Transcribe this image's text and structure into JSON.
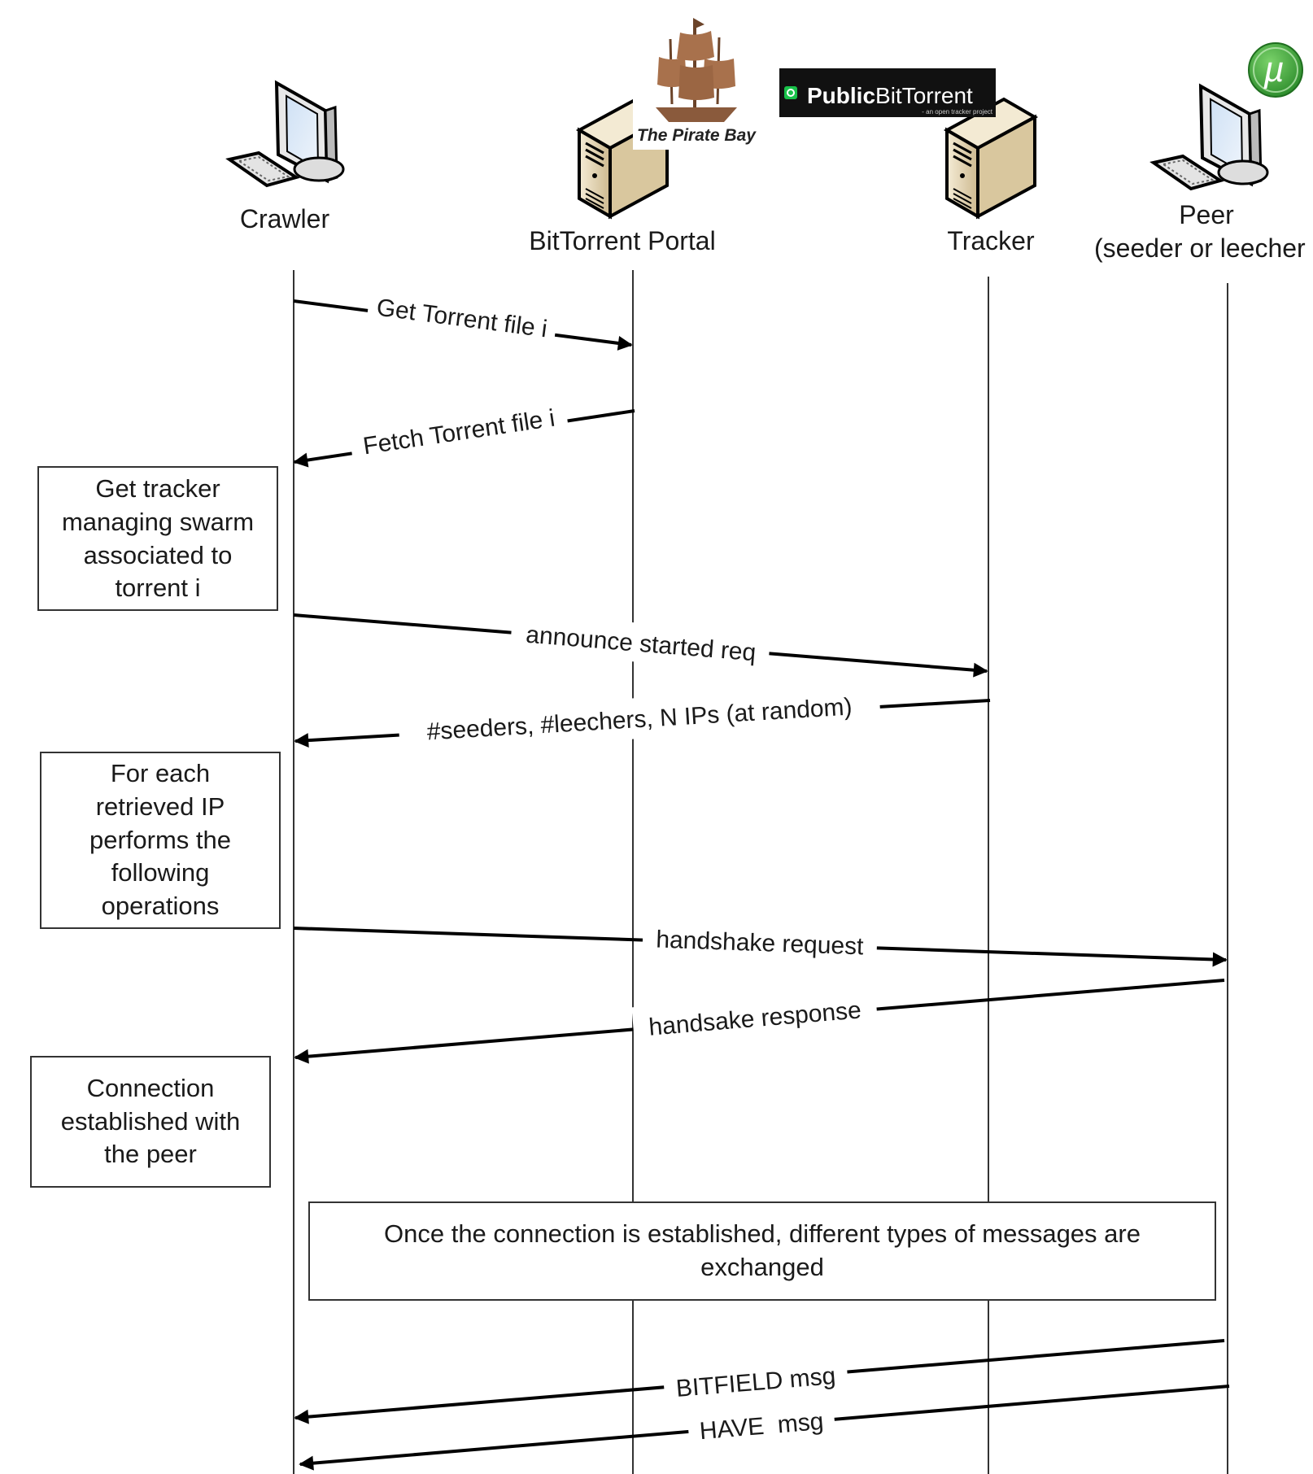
{
  "participants": [
    {
      "id": "crawler",
      "label": [
        "Crawler"
      ],
      "icon": "computer-icon"
    },
    {
      "id": "portal",
      "label": [
        "BitTorrent Portal"
      ],
      "icon": "server-icon",
      "logo": "pirate-bay-logo",
      "logo_text": "The Pirate Bay"
    },
    {
      "id": "tracker",
      "label": [
        "Tracker"
      ],
      "icon": "server-icon",
      "logo": "public-bittorrent-logo",
      "logo_text": {
        "bold": "Public",
        "normal": "BitTorrent",
        "tagline": "- an open tracker project"
      }
    },
    {
      "id": "peer",
      "label": [
        "Peer",
        "(seeder or leecher"
      ],
      "icon": "computer-icon",
      "logo": "utorrent-logo",
      "logo_glyph": "µ",
      "logo_color": "#3aa33a"
    }
  ],
  "messages": [
    {
      "id": "get-torrent",
      "label": "Get Torrent file i",
      "from": "crawler",
      "to": "portal"
    },
    {
      "id": "fetch-torrent",
      "label": "Fetch Torrent file i",
      "from": "portal",
      "to": "crawler"
    },
    {
      "id": "announce",
      "label": "announce started req",
      "from": "crawler",
      "to": "tracker"
    },
    {
      "id": "tracker-response",
      "label": "#seeders, #leechers, N IPs (at random)",
      "from": "tracker",
      "to": "crawler"
    },
    {
      "id": "handshake-request",
      "label": "handshake request",
      "from": "crawler",
      "to": "peer"
    },
    {
      "id": "handshake-response",
      "label": "handsake response",
      "from": "peer",
      "to": "crawler"
    },
    {
      "id": "bitfield",
      "label": "BITFIELD msg",
      "from": "peer",
      "to": "crawler"
    },
    {
      "id": "have",
      "label": "HAVE  msg",
      "from": "peer",
      "to": "crawler"
    }
  ],
  "notes": [
    {
      "id": "get-tracker",
      "lines": [
        "Get tracker",
        "managing swarm",
        "associated to",
        "torrent i"
      ]
    },
    {
      "id": "for-each-ip",
      "lines": [
        "For each",
        "retrieved IP",
        "performs the",
        "following",
        "operations"
      ]
    },
    {
      "id": "connection-established",
      "lines": [
        "Connection",
        "established with",
        "the peer"
      ]
    },
    {
      "id": "messages-exchanged",
      "lines": [
        "Once the connection is established, different types of messages are",
        "exchanged"
      ]
    }
  ],
  "colors": {
    "line": "#000000",
    "logo_bg": "#111111",
    "logo_green": "#19c24a",
    "pirate_brown": "#8a5a3c",
    "server_beige": "#e9dcc0"
  }
}
